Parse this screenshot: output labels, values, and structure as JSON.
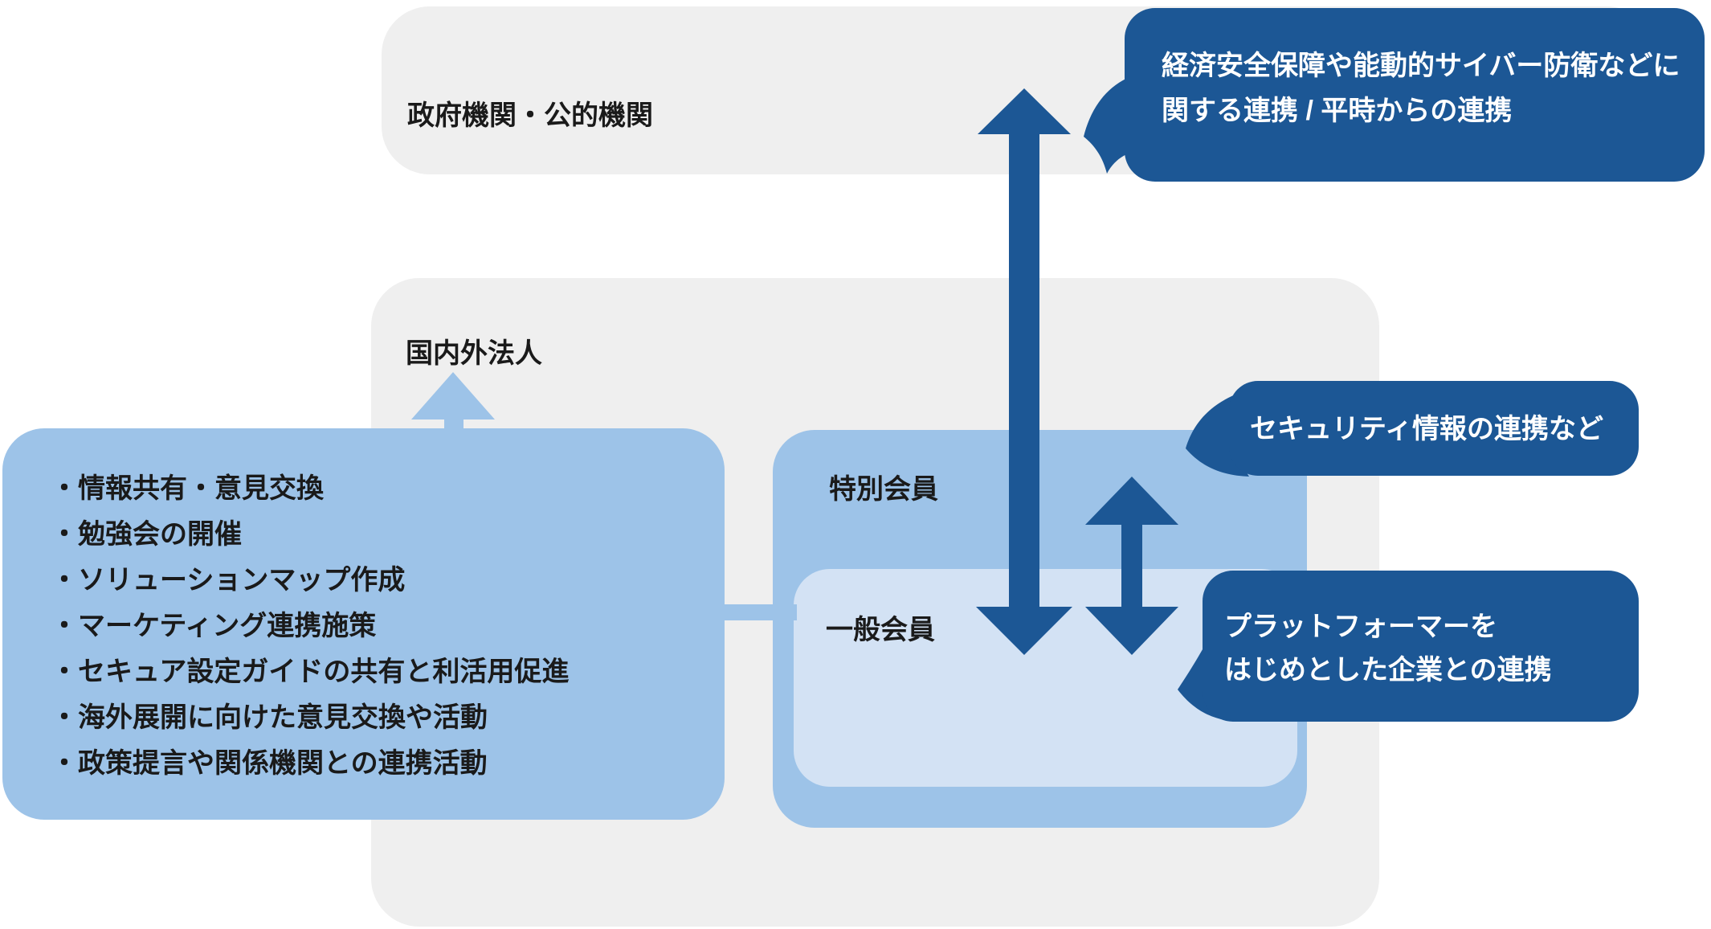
{
  "colors": {
    "dark_blue": "#1C5795",
    "medium_blue": "#9DC3E8",
    "light_blue": "#D3E2F4",
    "box_gray": "#EFEFEF",
    "text": "#1A1A1A",
    "bubble_text": "#FFFFFF",
    "background": "#FFFFFF"
  },
  "boxes": {
    "government": {
      "label": "政府機関・公的機関"
    },
    "corporations": {
      "label": "国内外法人"
    },
    "special_member": {
      "label": "特別会員"
    },
    "general_member": {
      "label": "一般会員"
    }
  },
  "activities": {
    "items": [
      "・情報共有・意見交換",
      "・勉強会の開催",
      "・ソリューションマップ作成",
      "・マーケティング連携施策",
      "・セキュア設定ガイドの共有と利活用促進",
      "・海外展開に向けた意見交換や活動",
      "・政策提言や関係機関との連携活動"
    ]
  },
  "bubbles": {
    "government_link": {
      "line1": "経済安全保障や能動的サイバー防衛などに",
      "line2": "関する連携 / 平時からの連携"
    },
    "security_info": {
      "text": "セキュリティ情報の連携など"
    },
    "platformer": {
      "line1": "プラットフォーマーを",
      "line2": "はじめとした企業との連携"
    }
  }
}
